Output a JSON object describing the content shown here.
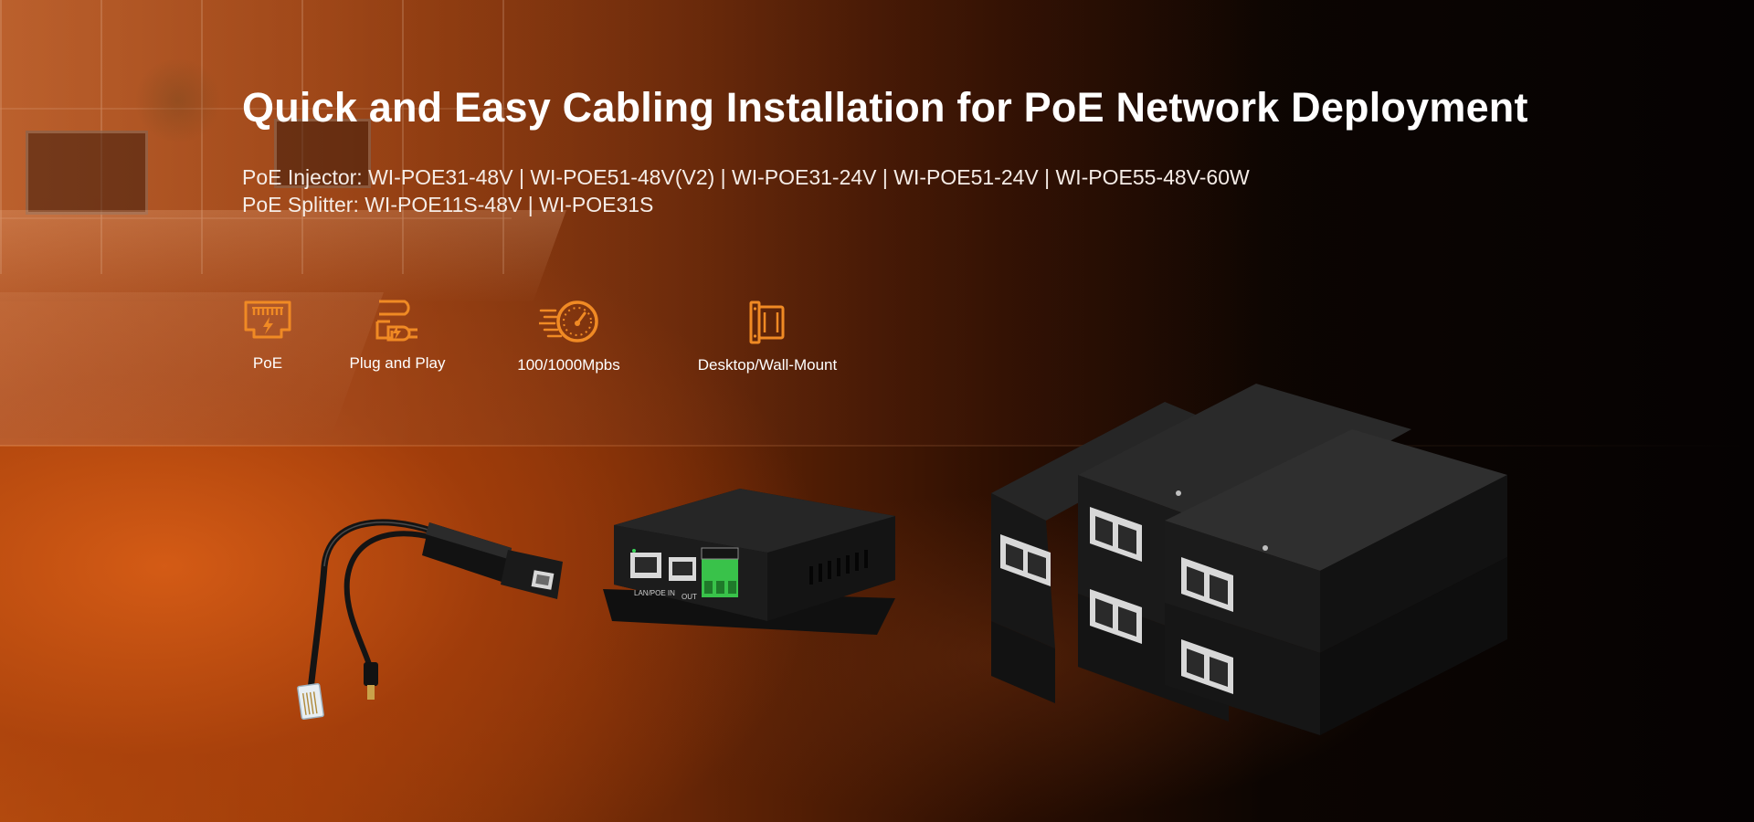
{
  "headline": "Quick and Easy Cabling Installation for PoE Network Deployment",
  "specs": {
    "injector": "PoE Injector: WI-POE31-48V | WI-POE51-48V(V2) | WI-POE31-24V | WI-POE51-24V | WI-POE55-48V-60W",
    "splitter": "PoE Splitter: WI-POE11S-48V | WI-POE31S"
  },
  "features": [
    {
      "icon": "ethernet-port-icon",
      "label": "PoE"
    },
    {
      "icon": "power-plug-icon",
      "label": "Plug and Play"
    },
    {
      "icon": "speedometer-icon",
      "label": "100/1000Mpbs"
    },
    {
      "icon": "wall-mount-icon",
      "label": "Desktop/Wall-Mount"
    }
  ],
  "products": {
    "switch_port_labels": [
      "LAN/POE IN",
      "OUT"
    ]
  },
  "colors": {
    "accent": "#f08a24",
    "background_warm": "#b8500f",
    "background_dark": "#050202",
    "device_body": "#1b1b1c",
    "terminal_green": "#39c24a"
  }
}
